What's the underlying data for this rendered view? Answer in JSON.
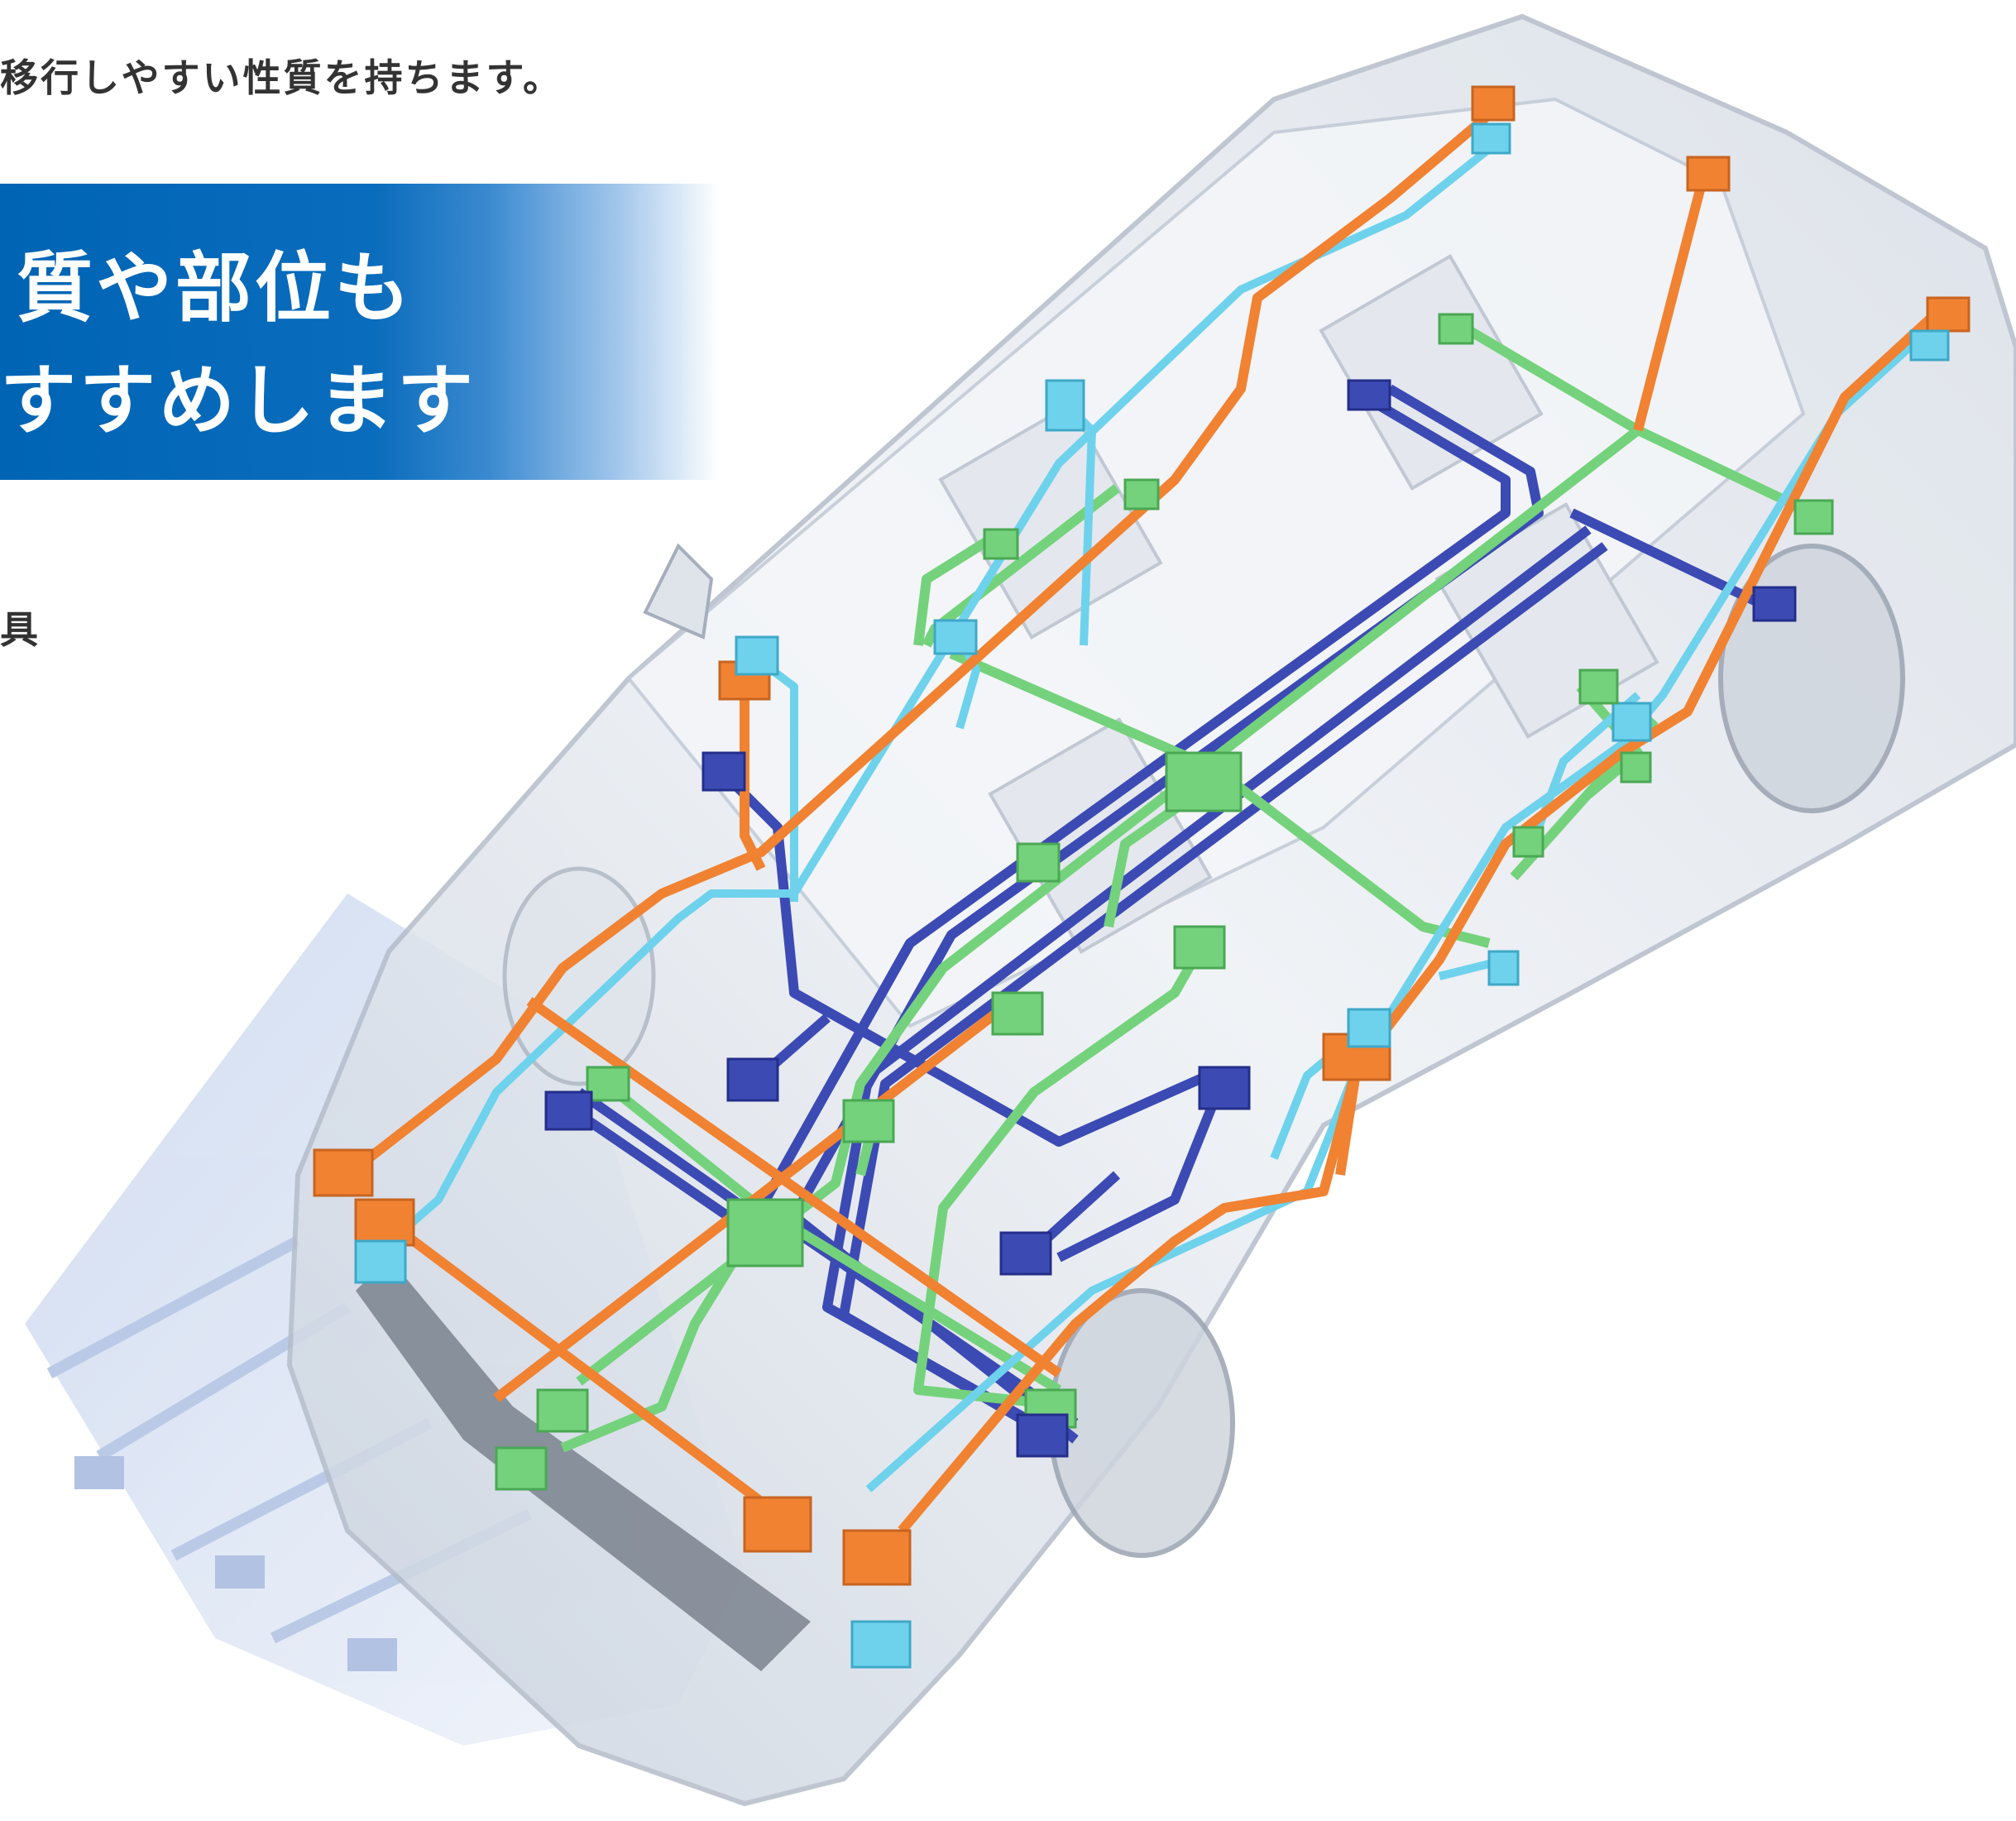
{
  "text": {
    "top_line": "移行しやすい性質を持ちます。",
    "banner_line_1": "質や部位も",
    "banner_line_2": "すすめします",
    "side_fragment": "具"
  },
  "colors": {
    "banner": "#0064b4",
    "harness_orange": "#f08232",
    "harness_light_blue": "#6ed2ec",
    "harness_green": "#74d27c",
    "harness_navy": "#3c4ab4",
    "car_body": "#e8ecf2"
  },
  "icons": {
    "connector_shape": "square-module"
  }
}
